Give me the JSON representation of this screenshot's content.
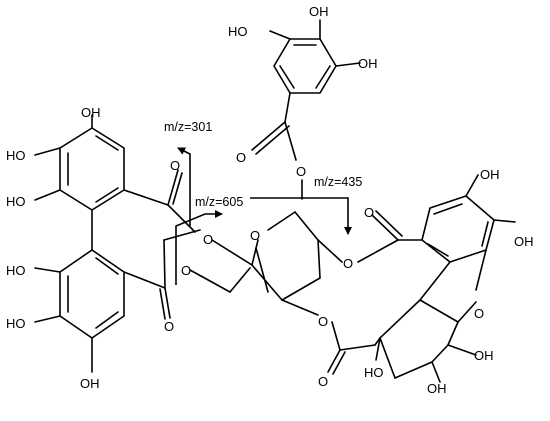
{
  "labels": {
    "oh": "OH",
    "ho": "HO",
    "o": "O",
    "mz301": "m/z=301",
    "mz435": "m/z=435",
    "mz605": "m/z=605"
  }
}
